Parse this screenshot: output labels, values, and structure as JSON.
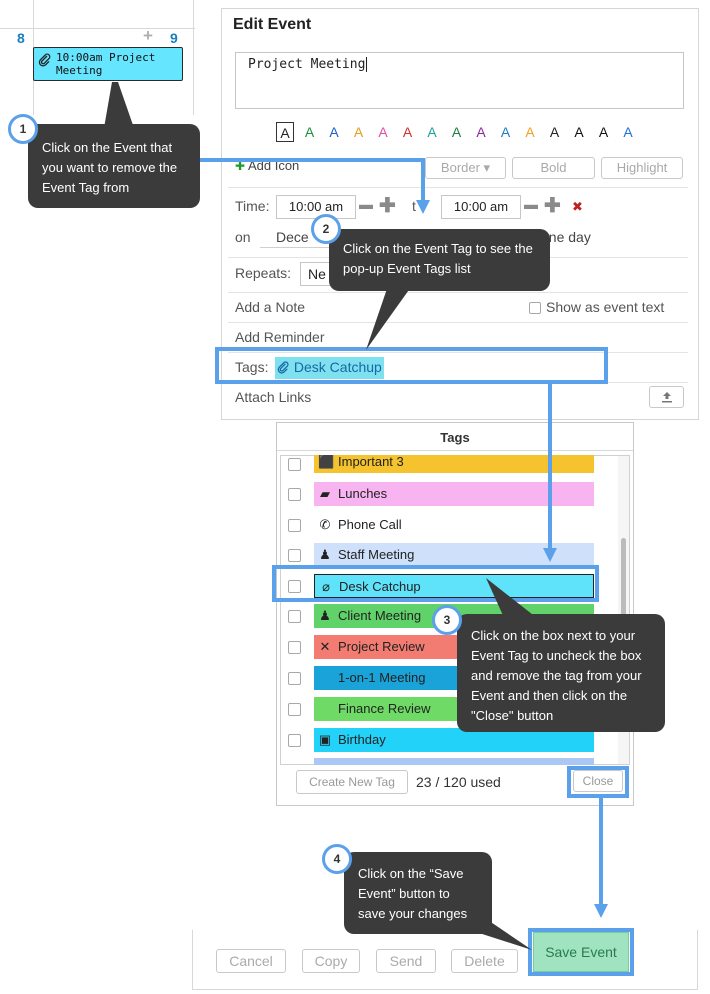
{
  "calendar": {
    "day_left": "8",
    "day_right": "9",
    "add_symbol": "+",
    "event_text": "10:00am Project Meeting"
  },
  "edit_event": {
    "title": "Edit Event",
    "event_name": "Project Meeting",
    "text_colors": [
      "#222222",
      "#1f8f3a",
      "#1f5fc8",
      "#e0a020",
      "#e04fa0",
      "#d03030",
      "#20a0a0",
      "#208040",
      "#8a2aa0",
      "#1a7fc0",
      "#f0a020",
      "#222222",
      "#111111",
      "#111111",
      "#1f6fd8"
    ],
    "color_glyph": "A",
    "add_icon_label": "Add Icon",
    "add_icon_symbol": "✚",
    "border_label": "Border ▾",
    "bold_label": "Bold",
    "highlight_label": "Highlight",
    "time_label": "Time:",
    "time_start": "10:00 am",
    "to_label": "t",
    "time_end": "10:00 am",
    "delete_symbol": "✖",
    "minus_symbol": "▬",
    "plus_symbol": "✚",
    "on_label": "on",
    "date_value": "Dece",
    "allday_label": "one day",
    "repeats_label": "Repeats:",
    "repeats_value": "Ne",
    "add_note_label": "Add a Note",
    "show_as_text_label": "Show as event text",
    "add_reminder_label": "Add Reminder",
    "tags_label": "Tags:",
    "tag_value": "Desk Catchup",
    "attach_links_label": "Attach Links",
    "upload_symbol": "⇪"
  },
  "tags_popup": {
    "title": "Tags",
    "items": [
      {
        "label": "Important 3",
        "color": "#f5c32e",
        "icon": "shield-icon",
        "glyph": "⬛"
      },
      {
        "label": "Lunches",
        "color": "#f8b4f0",
        "icon": "mug-icon",
        "glyph": "▰"
      },
      {
        "label": "Phone Call",
        "color": "#ffffff",
        "icon": "phone-icon",
        "glyph": "✆"
      },
      {
        "label": "Staff Meeting",
        "color": "#cfe0fb",
        "icon": "people-icon",
        "glyph": "♟"
      },
      {
        "label": "Desk Catchup",
        "color": "#5fe3fb",
        "icon": "paperclip-icon",
        "glyph": "⌀"
      },
      {
        "label": "Client Meeting",
        "color": "#5fd36a",
        "icon": "people-icon",
        "glyph": "♟"
      },
      {
        "label": "Project Review",
        "color": "#f27b72",
        "icon": "tools-icon",
        "glyph": "✕"
      },
      {
        "label": "1-on-1 Meeting",
        "color": "#1aa3d8",
        "icon": "none",
        "glyph": ""
      },
      {
        "label": "Finance Review",
        "color": "#6fdb66",
        "icon": "none",
        "glyph": ""
      },
      {
        "label": "Birthday",
        "color": "#22d2f8",
        "icon": "gift-icon",
        "glyph": "▣"
      }
    ],
    "create_new_label": "Create New Tag",
    "usage_text": "23 / 120 used",
    "close_label": "Close"
  },
  "footer": {
    "cancel_label": "Cancel",
    "copy_label": "Copy",
    "send_label": "Send",
    "delete_label": "Delete",
    "save_label": "Save Event"
  },
  "callouts": [
    {
      "number": "1",
      "text": "Click on the Event that you want to remove the Event Tag from"
    },
    {
      "number": "2",
      "text": "Click on the Event Tag to see the pop-up Event Tags list"
    },
    {
      "number": "3",
      "text": "Click on the box next to your Event Tag to uncheck the box and remove the tag from your Event and then click on the \"Close\" button"
    },
    {
      "number": "4",
      "text": "Click on the “Save Event” button to save your changes"
    }
  ],
  "colors": {
    "accent_blue": "#5ba0ea",
    "callout_bg": "#3b3b3b",
    "save_green": "#9fe3c0"
  }
}
